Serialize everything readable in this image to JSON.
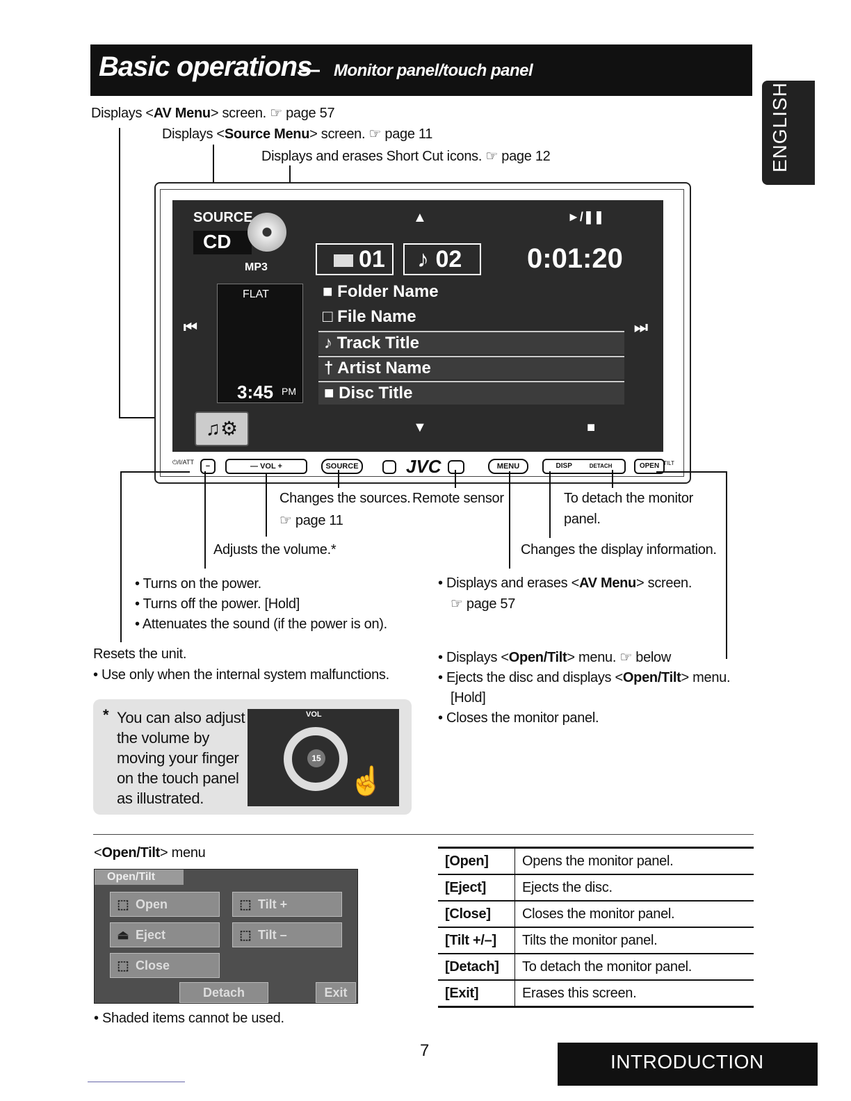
{
  "header": {
    "title": "Basic operations",
    "dash": "—",
    "subtitle": "Monitor panel/touch panel",
    "language_tab": "ENGLISH"
  },
  "callouts": {
    "av_menu": {
      "pre": "Displays <",
      "bold": "AV Menu",
      "post": "> screen. ☞ page 57"
    },
    "source_menu": {
      "pre": "Displays <",
      "bold": "Source Menu",
      "post": "> screen. ☞ page 11"
    },
    "shortcut": "Displays and erases Short Cut icons. ☞ page 12",
    "changes_sources": "Changes the sources.",
    "changes_sources_ref": "☞ page 11",
    "remote_sensor": "Remote sensor",
    "detach_1": "To detach the monitor",
    "detach_2": "panel.",
    "adjust_volume": "Adjusts the volume.*",
    "display_info": "Changes the display information.",
    "power_list": [
      "Turns on the power.",
      "Turns off the power. [Hold]",
      "Attenuates the sound (if the power is on)."
    ],
    "menu_list_1": {
      "pre": "Displays and erases <",
      "bold": "AV Menu",
      "post": "> screen."
    },
    "menu_list_1_ref": "☞ page 57",
    "reset": "Resets the unit.",
    "reset_note": "Use only when the internal system malfunctions.",
    "open_list": [
      {
        "pre": "Displays <",
        "bold": "Open/Tilt",
        "post": "> menu. ☞ below"
      },
      {
        "pre": "Ejects the disc and displays <",
        "bold": "Open/Tilt",
        "post": "> menu."
      },
      {
        "pre": "[Hold]",
        "bold": "",
        "post": ""
      },
      {
        "pre": "Closes the monitor panel.",
        "bold": "",
        "post": ""
      }
    ]
  },
  "screen": {
    "source_label": "SOURCE",
    "source_value": "CD",
    "format": "MP3",
    "eq": "FLAT",
    "clock": "3:45",
    "clock_ampm": "PM",
    "folder_no": "01",
    "track_no": "♪ 02",
    "elapsed": "0:01:20",
    "play_pause": "►/❚❚",
    "up": "▲",
    "down": "▼",
    "stop": "■",
    "prev": "⏮",
    "next": "⏭",
    "lines": [
      "Folder Name",
      "File Name",
      "Track Title",
      "Artist Name",
      "Disc Title"
    ]
  },
  "panel_buttons": {
    "power": "⏻/I/ATT",
    "vol": "— VOL +",
    "source": "SOURCE",
    "brand": "JVC",
    "menu": "MENU",
    "disp": "DISP",
    "detach": "DETACH",
    "open": "OPEN",
    "tilt": "TILT"
  },
  "vol_note": {
    "star": "*",
    "text": [
      "You can also adjust",
      "the volume by",
      "moving your finger",
      "on the touch panel",
      "as illustrated."
    ],
    "vol_label": "VOL",
    "vol_value": "15"
  },
  "open_tilt": {
    "heading_pre": "<",
    "heading_bold": "Open/Tilt",
    "heading_post": "> menu",
    "menu_title": "Open/Tilt",
    "buttons": [
      "Open",
      "Eject",
      "Close",
      "Tilt +",
      "Tilt –",
      "Detach",
      "Exit"
    ],
    "note": "Shaded items cannot be used.",
    "table": [
      {
        "key": "[Open]",
        "desc": "Opens the monitor panel."
      },
      {
        "key": "[Eject]",
        "desc": "Ejects the disc."
      },
      {
        "key": "[Close]",
        "desc": "Closes the monitor panel."
      },
      {
        "key": "[Tilt +/–]",
        "desc": "Tilts the monitor panel."
      },
      {
        "key": "[Detach]",
        "desc": "To detach the monitor panel."
      },
      {
        "key": "[Exit]",
        "desc": "Erases this screen."
      }
    ]
  },
  "footer": {
    "page_number": "7",
    "section": "INTRODUCTION"
  }
}
